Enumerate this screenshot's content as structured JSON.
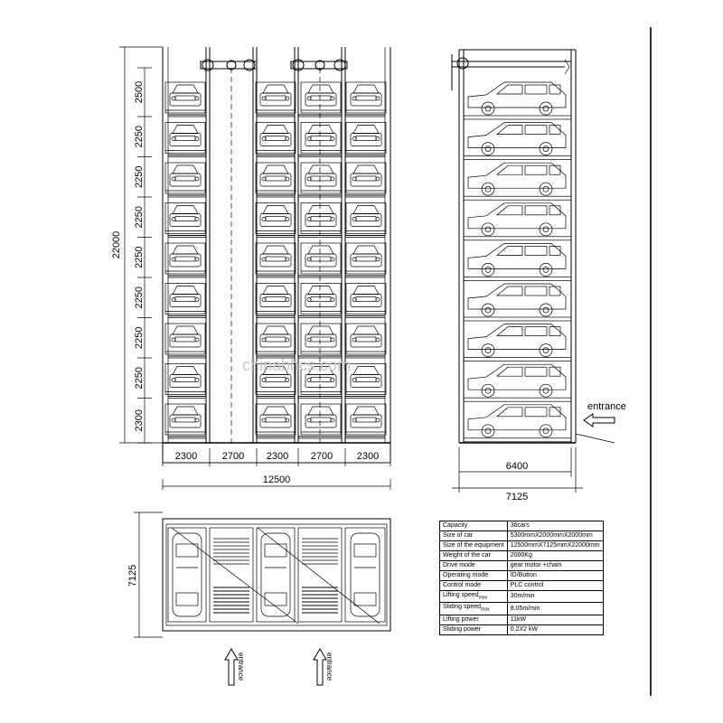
{
  "front_elevation": {
    "level_heights": [
      "2500",
      "2250",
      "2250",
      "2250",
      "2250",
      "2250",
      "2250",
      "2250",
      "2300"
    ],
    "total_height": "22000",
    "column_widths": [
      "2300",
      "2700",
      "2300",
      "2700",
      "2300"
    ],
    "total_width": "12500"
  },
  "side_elevation": {
    "inner_width": "6400",
    "total_width": "7125",
    "entrance_label": "entrance"
  },
  "plan_view": {
    "depth": "7125",
    "entrance_labels": [
      "entrance",
      "entrance"
    ]
  },
  "watermark": "chinabhcs.com",
  "specs": [
    {
      "label": "Capacity",
      "value": "36cars"
    },
    {
      "label": "Size of car",
      "value": "5300mmX2000mmX2000mm"
    },
    {
      "label": "Size of the equipment",
      "value": "12500mmX7125mmX22000mm"
    },
    {
      "label": "Weight of the car",
      "value": "2000Kg"
    },
    {
      "label": "Drive mode",
      "value": "gear motor +chain"
    },
    {
      "label": "Operating mode",
      "value": "ID/Button"
    },
    {
      "label": "Control mode",
      "value": "PLC control"
    },
    {
      "label": "Lifting speed",
      "sub": "max",
      "value": "30m/min"
    },
    {
      "label": "Sliding speed",
      "sub": "max",
      "value": "8.05m/min"
    },
    {
      "label": "Lifting power",
      "value": "11kW"
    },
    {
      "label": "Sliding power",
      "value": "0.2X2 kW"
    }
  ]
}
